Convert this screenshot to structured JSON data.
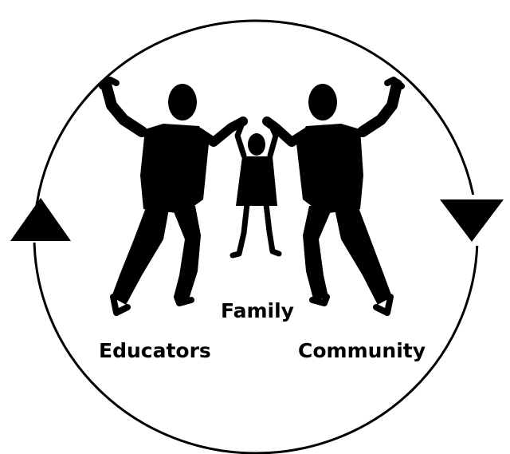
{
  "labels": {
    "family": "Family",
    "educators": "Educators",
    "community": "Community"
  },
  "colors": {
    "ink": "#000000",
    "background": "#ffffff"
  },
  "icons": {
    "left_arrow": "triangle-up-icon",
    "right_arrow": "triangle-down-icon",
    "figures": "family-silhouette-icon"
  }
}
